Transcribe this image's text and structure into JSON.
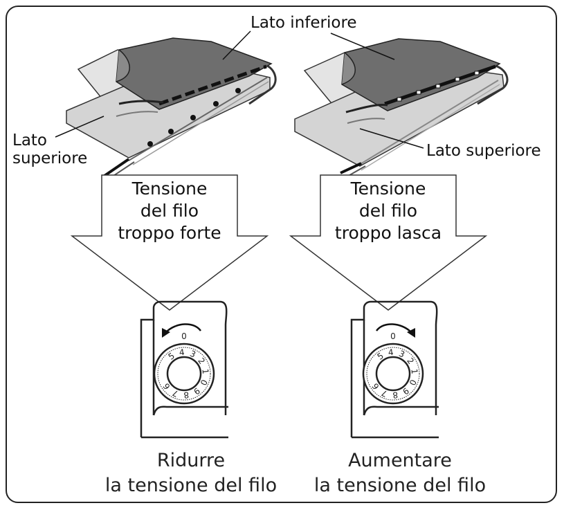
{
  "labels": {
    "underside": "Lato inferiore",
    "top_side_left_line1": "Lato",
    "top_side_left_line2": "superiore",
    "top_side_right": "Lato superiore"
  },
  "panels": [
    {
      "arrow_lines": [
        "Tensione",
        "del filo",
        "troppo forte"
      ],
      "result_lines": [
        "Ridurre",
        "la tensione del filo"
      ],
      "dial_rotation": "counterclockwise"
    },
    {
      "arrow_lines": [
        "Tensione",
        "del filo",
        "troppo lasca"
      ],
      "result_lines": [
        "Aumentare",
        "la tensione del filo"
      ],
      "dial_rotation": "clockwise"
    }
  ],
  "dial": {
    "top_mark": "0",
    "numbers": [
      "5",
      "4",
      "3",
      "2",
      "1",
      "0",
      "9",
      "8",
      "7",
      "6"
    ]
  },
  "colors": {
    "outline": "#222222",
    "fabric_dark": "#6e6e6e",
    "fabric_light": "#d9d9d9",
    "fabric_mid": "#bdbdbd"
  }
}
